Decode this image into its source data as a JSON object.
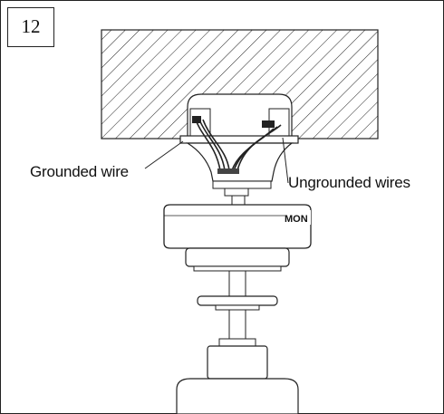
{
  "step": {
    "number": "12"
  },
  "labels": {
    "grounded_wire": "Grounded wire",
    "ungrounded_wires": "Ungrounded wires"
  },
  "brand_text": "MON"
}
